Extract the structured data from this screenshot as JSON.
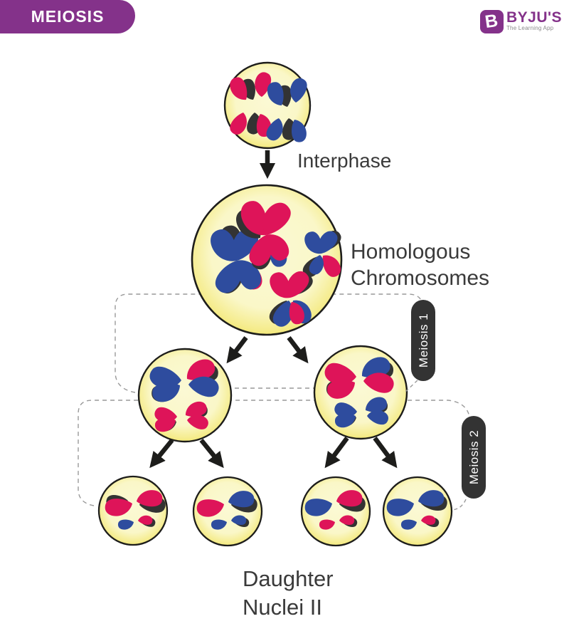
{
  "header": {
    "title": "MEIOSIS"
  },
  "brand": {
    "icon_letter": "B",
    "name": "BYJU'S",
    "tagline": "The Learning App"
  },
  "labels": {
    "interphase": "Interphase",
    "homologous": [
      "Homologous",
      "Chromosomes"
    ],
    "stage1": "Meiosis 1",
    "stage2": "Meiosis 2",
    "daughter": [
      "Daughter",
      "Nuclei II"
    ]
  },
  "colors": {
    "brand_purple": "#84328A",
    "label_text": "#3A3A3A",
    "tagline_gray": "#8A8A8A",
    "chromosome_pink": "#DE1459",
    "chromosome_blue": "#2E4C9E",
    "chromosome_shadow": "#333333",
    "cell_fill_center": "#FBF9D4",
    "cell_fill_edge": "#F0E457",
    "cell_outline": "#1D1D1B",
    "stage_pill_bg": "#333333",
    "stage_pill_text": "#FFFFFF",
    "dashed_line": "#999999"
  },
  "diagram": {
    "cells": [
      {
        "label": "parent cell (interphase)",
        "chromosomes": [
          "pink strand pair",
          "blue strand pair"
        ]
      },
      {
        "label": "homologous chromosomes cell",
        "chromosomes": [
          "blue X",
          "pink X",
          "blue-pink X",
          "pink-blue X"
        ]
      },
      {
        "label": "meiosis 1 left cell",
        "chromosomes": [
          "blue bivalent with pink segment",
          "pink bivalent"
        ]
      },
      {
        "label": "meiosis 1 right cell",
        "chromosomes": [
          "pink bivalent with blue segment",
          "blue bivalent"
        ]
      },
      {
        "label": "daughter cell 1",
        "chromosomes": [
          "pink",
          "blue + pink"
        ]
      },
      {
        "label": "daughter cell 2",
        "chromosomes": [
          "pink + blue",
          "blue"
        ]
      },
      {
        "label": "daughter cell 3",
        "chromosomes": [
          "blue + pink",
          "pink"
        ]
      },
      {
        "label": "daughter cell 4",
        "chromosomes": [
          "blue",
          "blue + pink"
        ]
      }
    ]
  }
}
